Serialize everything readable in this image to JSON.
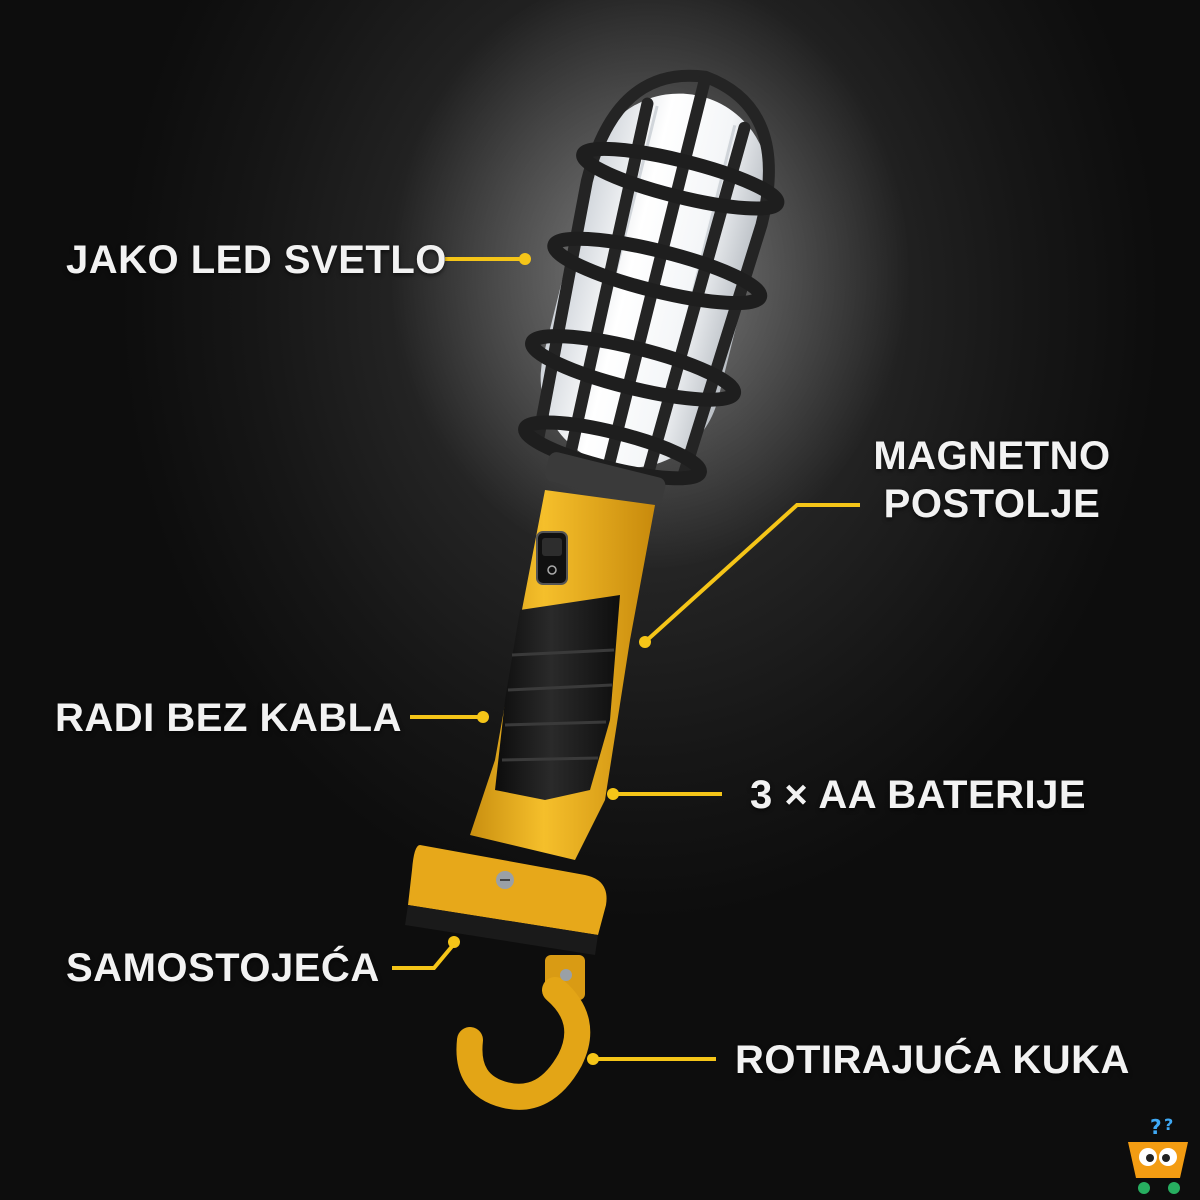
{
  "colors": {
    "accent": "#f5c518",
    "body_yellow": "#f0b323",
    "grip_black": "#1a1a1a",
    "cage": "#2a2a2a",
    "led_white": "#f4f6f8",
    "text": "#f2f2f2"
  },
  "callouts": {
    "led": "JAKO LED SVETLO",
    "magnet_line1": "MAGNETNO",
    "magnet_line2": "POSTOLJE",
    "cordless": "RADI BEZ KABLA",
    "batteries": "3 × AA BATERIJE",
    "standing": "SAMOSTOJEĆA",
    "hook": "ROTIRAJUĆA KUKA"
  },
  "icons": {
    "switch": "rocker-switch-icon",
    "screw": "screw-icon",
    "logo": "shopping-cart-mascot-icon"
  }
}
